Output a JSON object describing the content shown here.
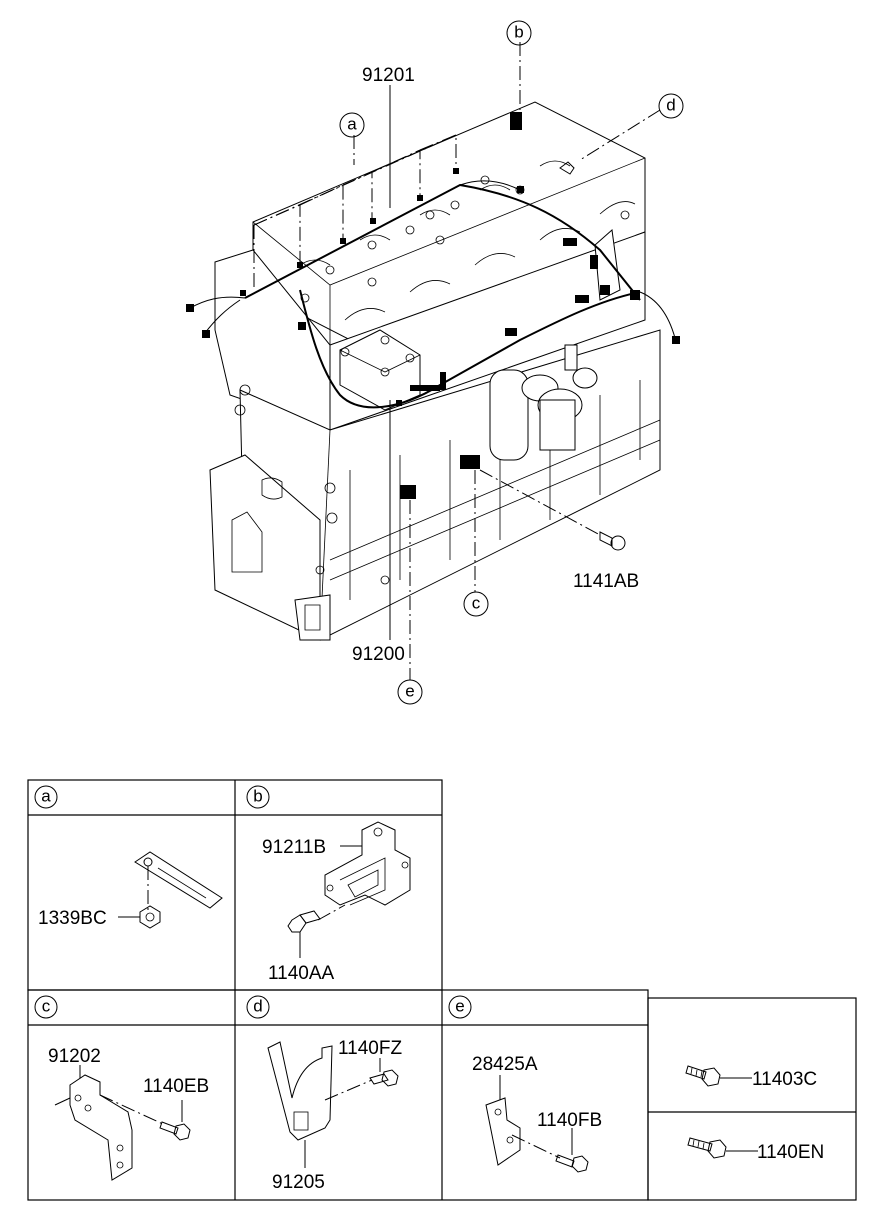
{
  "diagram": {
    "callouts": {
      "a": "a",
      "b": "b",
      "c": "c",
      "d": "d",
      "e": "e"
    },
    "main_labels": {
      "harness_top": "91201",
      "harness_main": "91200",
      "bolt_right": "1141AB"
    },
    "panel_a": {
      "header": "a",
      "part": "1339BC"
    },
    "panel_b": {
      "header": "b",
      "bracket": "91211B",
      "bolt": "1140AA"
    },
    "panel_c": {
      "header": "c",
      "bracket": "91202",
      "bolt": "1140EB"
    },
    "panel_d": {
      "header": "d",
      "bracket": "91205",
      "bolt": "1140FZ"
    },
    "panel_e": {
      "header": "e",
      "bracket": "28425A",
      "bolt": "1140FB"
    },
    "panel_extra": {
      "bolt_top": "11403C",
      "bolt_bottom": "1140EN"
    }
  }
}
